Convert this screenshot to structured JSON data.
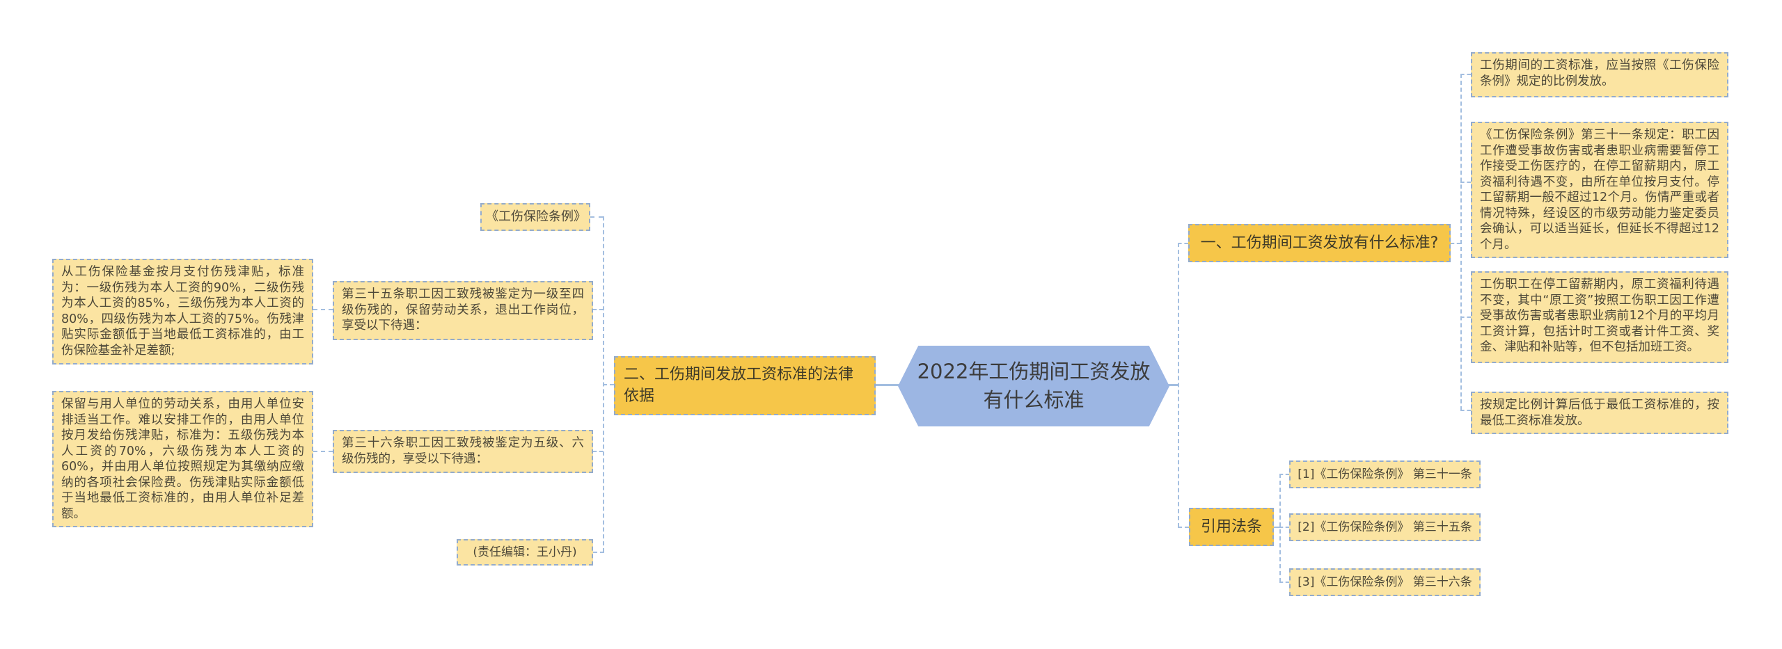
{
  "colors": {
    "node-fill": "#FBE4A2",
    "branch-fill": "#F6C649",
    "dash-border": "#93ABCC",
    "line-color": "#A3BEE0",
    "root-fill": "#9CB6E3",
    "node-text": "#4D4839",
    "branch-text": "#3E3A28",
    "root-text": "#3C3C3C"
  },
  "center": {
    "title_lines": [
      "2022年工伤期间工资发放",
      "有什么标准"
    ]
  },
  "left_branch": {
    "label": "二、工伤期间发放工资标准的法律依据",
    "regulation": "《工伤保险条例》",
    "article35": "第三十五条职工因工致残被鉴定为一级至四级伤残的，保留劳动关系，退出工作岗位，享受以下待遇：",
    "article35_detail": "从工伤保险基金按月支付伤残津贴，标准为：一级伤残为本人工资的90%，二级伤残为本人工资的85%，三级伤残为本人工资的80%，四级伤残为本人工资的75%。伤残津贴实际金额低于当地最低工资标准的，由工伤保险基金补足差额;",
    "article36": "第三十六条职工因工致残被鉴定为五级、六级伤残的，享受以下待遇：",
    "article36_detail": "保留与用人单位的劳动关系，由用人单位安排适当工作。难以安排工作的，由用人单位按月发给伤残津贴，标准为：五级伤残为本人工资的70%，六级伤残为本人工资的60%，并由用人单位按照规定为其缴纳应缴纳的各项社会保险费。伤残津贴实际金额低于当地最低工资标准的，由用人单位补足差额。",
    "editor": "(责任编辑：王小丹)"
  },
  "right_branch": {
    "label": "一、工伤期间工资发放有什么标准?",
    "n1": "工伤期间的工资标准，应当按照《工伤保险条例》规定的比例发放。",
    "n2": "《工伤保险条例》第三十一条规定：职工因工作遭受事故伤害或者患职业病需要暂停工作接受工伤医疗的，在停工留薪期内，原工资福利待遇不变，由所在单位按月支付。停工留薪期一般不超过12个月。伤情严重或者情况特殊，经设区的市级劳动能力鉴定委员会确认，可以适当延长，但延长不得超过12个月。",
    "n3": "工伤职工在停工留薪期内，原工资福利待遇不变，其中“原工资”按照工伤职工因工作遭受事故伤害或者患职业病前12个月的平均月工资计算，包括计时工资或者计件工资、奖金、津贴和补贴等，但不包括加班工资。",
    "n4": "按规定比例计算后低于最低工资标准的，按最低工资标准发放。"
  },
  "citations": {
    "label": "引用法条",
    "items": [
      "[1]《工伤保险条例》 第三十一条",
      "[2]《工伤保险条例》 第三十五条",
      "[3]《工伤保险条例》 第三十六条"
    ]
  }
}
